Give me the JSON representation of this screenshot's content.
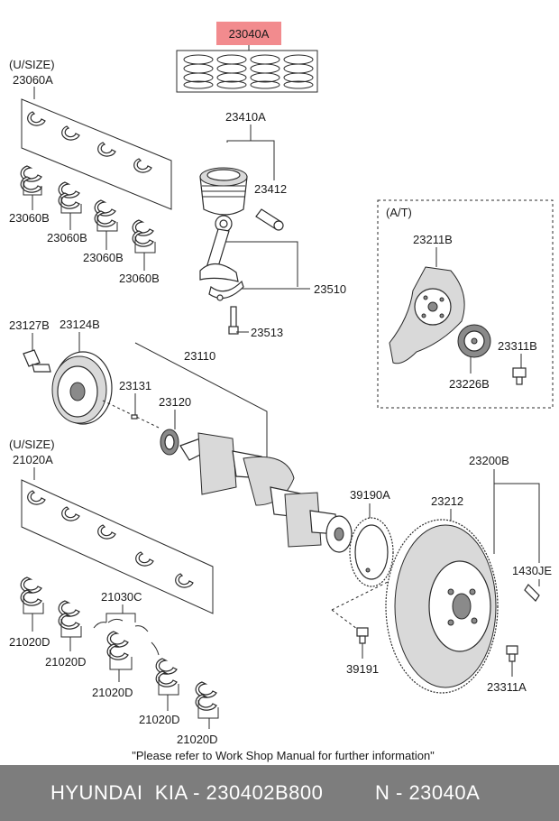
{
  "diagram": {
    "highlight_label": "23040A",
    "highlight_color": "#f28b8e",
    "labels": {
      "usize_top": "(U/SIZE)",
      "p23060A": "23060A",
      "p23060B_1": "23060B",
      "p23060B_2": "23060B",
      "p23060B_3": "23060B",
      "p23060B_4": "23060B",
      "p23410A": "23410A",
      "p23412": "23412",
      "p23510": "23510",
      "p23513": "23513",
      "at_label": "(A/T)",
      "p23211B": "23211B",
      "p23311B": "23311B",
      "p23226B": "23226B",
      "p23127B": "23127B",
      "p23124B": "23124B",
      "p23110": "23110",
      "p23131": "23131",
      "p23120": "23120",
      "usize_bottom": "(U/SIZE)",
      "p21020A": "21020A",
      "p23200B": "23200B",
      "p39190A": "39190A",
      "p23212": "23212",
      "p1430JE": "1430JE",
      "p21030C": "21030C",
      "p21020D_1": "21020D",
      "p21020D_2": "21020D",
      "p21020D_3": "21020D",
      "p21020D_4": "21020D",
      "p21020D_5": "21020D",
      "p39191": "39191",
      "p23311A": "23311A"
    },
    "note": "\"Please refer to Work Shop Manual for further information\""
  },
  "footer": {
    "brand": "HYUNDAI  KIA - 230402B800",
    "part": "N - 23040A"
  }
}
